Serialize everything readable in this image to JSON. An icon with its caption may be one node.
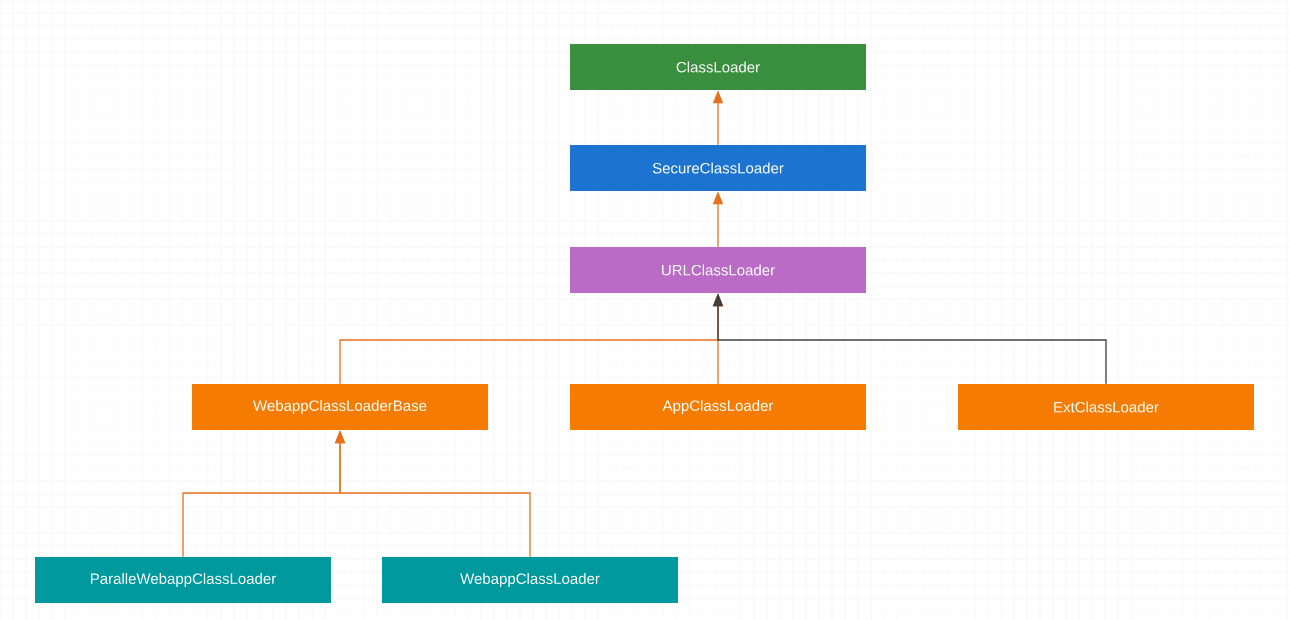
{
  "diagram": {
    "nodes": [
      {
        "text": [
          "ClassLoader"
        ]
      },
      {
        "text": [
          "SecureClassLoader"
        ]
      },
      {
        "text": [
          "URLClassLoader"
        ]
      },
      {
        "text": [
          "WebappClassLoaderBase"
        ]
      },
      {
        "text": [
          "AppClassLoader"
        ]
      },
      {
        "text": [
          "ExtClassLoader"
        ]
      },
      {
        "text": [
          "ParalleWebappClassLoader"
        ]
      },
      {
        "text": [
          "WebappClassLoader"
        ]
      }
    ],
    "edges": [
      {
        "from": 1,
        "to": 0,
        "arrow": "to"
      },
      {
        "from": 2,
        "to": 1,
        "arrow": "to"
      },
      {
        "from": 3,
        "to": 2,
        "arrow": "to"
      },
      {
        "from": 4,
        "to": 2,
        "arrow": "to"
      },
      {
        "from": 5,
        "to": 2,
        "arrow": "to",
        "color": "#404040"
      },
      {
        "from": 6,
        "to": 3,
        "arrow": "to"
      },
      {
        "from": 7,
        "to": 3,
        "arrow": "to"
      }
    ]
  }
}
